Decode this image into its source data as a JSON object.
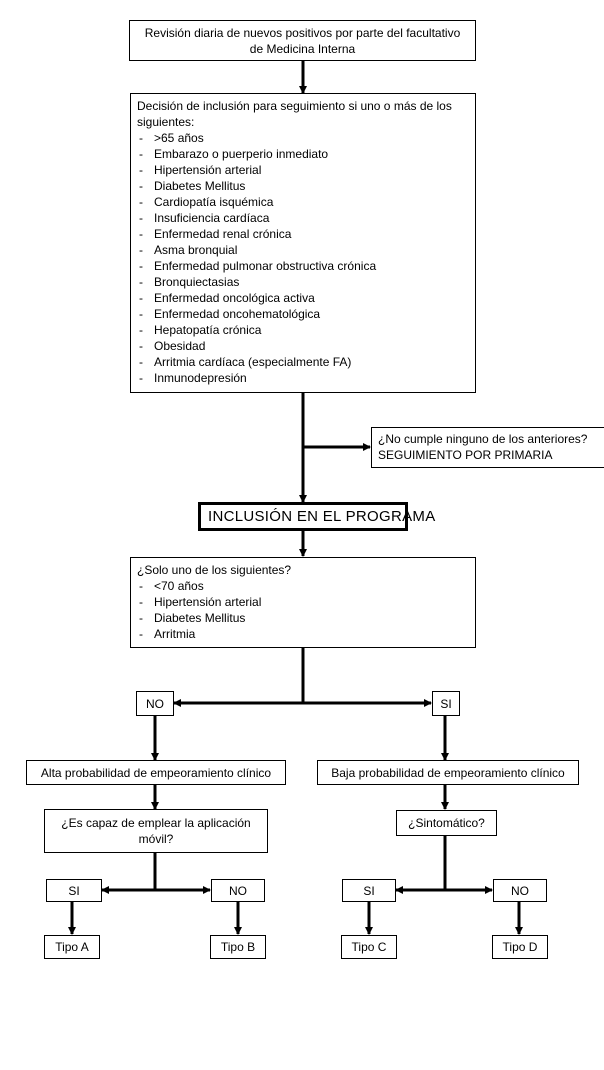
{
  "top_box": {
    "line1": "Revisión diaria de nuevos positivos por parte   del facultativo",
    "line2": "de Medicina Interna"
  },
  "criteria_box": {
    "intro": "Decisión de inclusión para seguimiento si uno o más de los siguientes:",
    "items": [
      ">65 años",
      "Embarazo o puerperio inmediato",
      "Hipertensión arterial",
      "Diabetes Mellitus",
      "Cardiopatía isquémica",
      "Insuficiencia cardíaca",
      "Enfermedad renal crónica",
      "Asma bronquial",
      "Enfermedad pulmonar obstructiva crónica",
      "Bronquiectasias",
      "Enfermedad oncológica activa",
      "Enfermedad oncohematológica",
      "Hepatopatía crónica",
      "Obesidad",
      "Arritmia cardíaca (especialmente FA)",
      "Inmunodepresión"
    ]
  },
  "exclusion_box": {
    "line1": "¿No cumple ninguno de los anteriores?",
    "line2": "SEGUIMIENTO POR PRIMARIA"
  },
  "program_box": {
    "label": "INCLUSIÓN EN EL PROGRAMA"
  },
  "single_box": {
    "intro": "¿Solo uno de los siguientes?",
    "items": [
      "<70 años",
      "Hipertensión arterial",
      "Diabetes Mellitus",
      "Arritmia"
    ]
  },
  "branch_no": {
    "label": "NO"
  },
  "branch_si": {
    "label": "SI"
  },
  "high_prob": {
    "label": "Alta probabilidad de empeoramiento clínico"
  },
  "low_prob": {
    "label": "Baja probabilidad de empeoramiento clínico"
  },
  "app_question": {
    "line1": "¿Es capaz de emplear la aplicación",
    "line2": "móvil?"
  },
  "symptom_question": {
    "label": "¿Sintomático?"
  },
  "left_si": {
    "label": "SI"
  },
  "left_no": {
    "label": "NO"
  },
  "right_si": {
    "label": "SI"
  },
  "right_no": {
    "label": "NO"
  },
  "tipo_a": {
    "label": "Tipo A"
  },
  "tipo_b": {
    "label": "Tipo B"
  },
  "tipo_c": {
    "label": "Tipo C"
  },
  "tipo_d": {
    "label": "Tipo D"
  }
}
